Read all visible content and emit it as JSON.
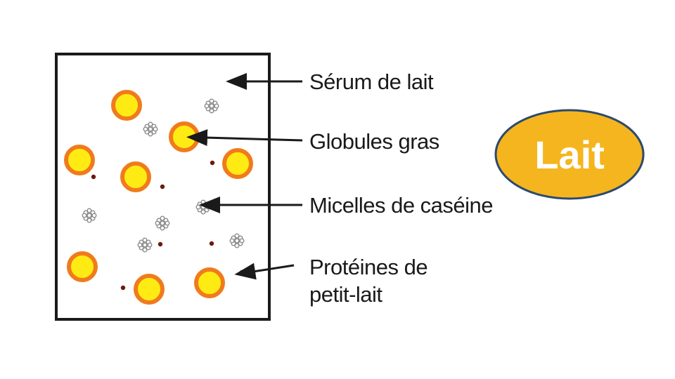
{
  "labels": {
    "serum": "Sérum de lait",
    "globules": "Globules gras",
    "micelles": "Micelles de caséine",
    "proteines_line1": "Protéines de",
    "proteines_line2": "petit-lait"
  },
  "badge": {
    "text": "Lait"
  },
  "colors": {
    "fat_outer": "#f07b1c",
    "fat_inner": "#ffeb14",
    "protein_dot": "#6b1a10",
    "micelle": "#8c8c8c",
    "badge_fill": "#f5b51e",
    "badge_border": "#2c4a6e",
    "box_border": "#1a1a1a"
  }
}
